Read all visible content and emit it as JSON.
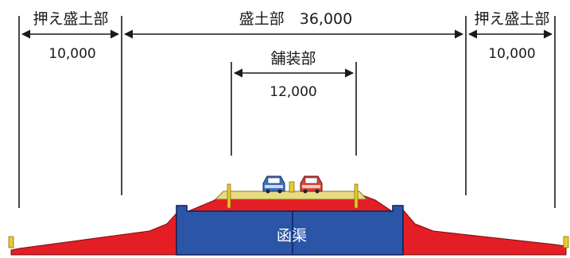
{
  "labels": {
    "left_section_title": "押え盛土部",
    "left_section_width": "10,000",
    "embankment_title": "盛土部　36,000",
    "pavement_title": "舗装部",
    "pavement_width": "12,000",
    "right_section_title": "押え盛土部",
    "right_section_width": "10,000",
    "culvert_label": "函渠"
  },
  "colors": {
    "embankment_fill": "#e31e24",
    "culvert_fill": "#2b56a8",
    "culvert_outline": "#0e1e55",
    "pavement_fill": "#e8dc83",
    "car_blue": "#3d6fc4",
    "car_red": "#d9433a",
    "post_yellow": "#e6cc2e",
    "line_color": "#1a1a1a"
  }
}
